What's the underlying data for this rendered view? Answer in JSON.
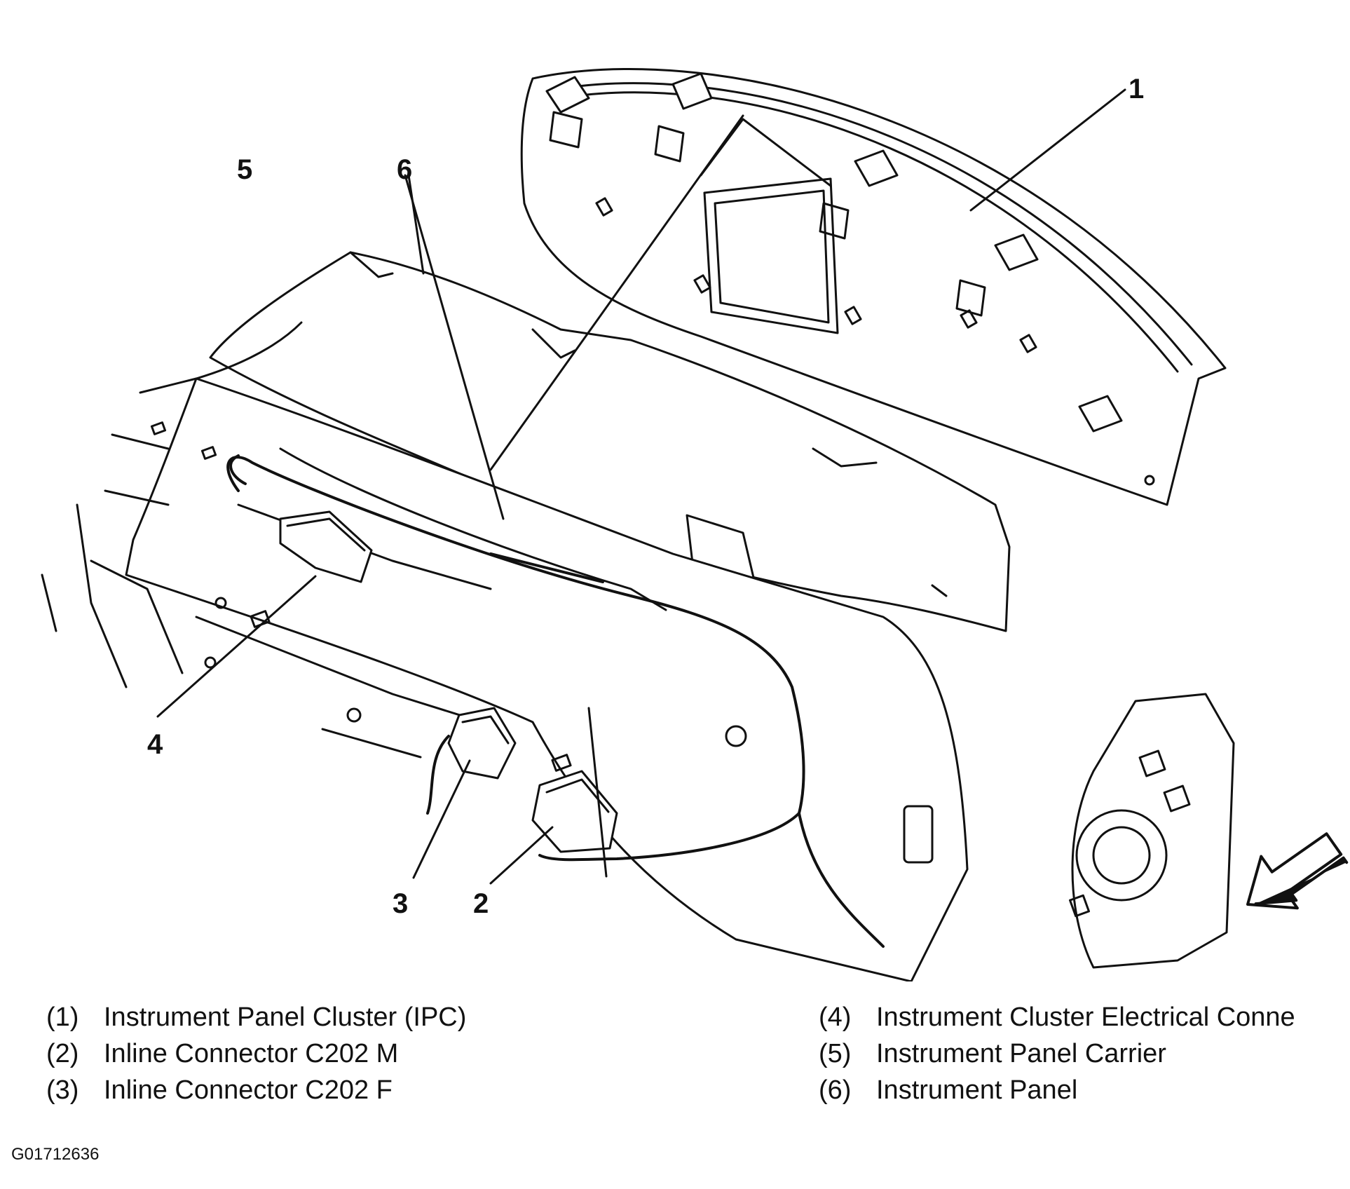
{
  "callouts": [
    {
      "id": "c1",
      "label": "1"
    },
    {
      "id": "c2",
      "label": "2"
    },
    {
      "id": "c3",
      "label": "3"
    },
    {
      "id": "c4",
      "label": "4"
    },
    {
      "id": "c5",
      "label": "5"
    },
    {
      "id": "c6",
      "label": "6"
    }
  ],
  "legend": {
    "left": [
      {
        "num": "(1)",
        "text": "Instrument Panel Cluster (IPC)"
      },
      {
        "num": "(2)",
        "text": "Inline Connector C202 M"
      },
      {
        "num": "(3)",
        "text": "Inline Connector C202 F"
      }
    ],
    "right": [
      {
        "num": "(4)",
        "text": "Instrument Cluster Electrical Conne"
      },
      {
        "num": "(5)",
        "text": "Instrument Panel Carrier"
      },
      {
        "num": "(6)",
        "text": "Instrument Panel"
      }
    ]
  },
  "figure_id": "G01712636",
  "icons": [
    "direction-arrow-icon"
  ],
  "colors": {
    "ink": "#111111",
    "background": "#ffffff"
  }
}
